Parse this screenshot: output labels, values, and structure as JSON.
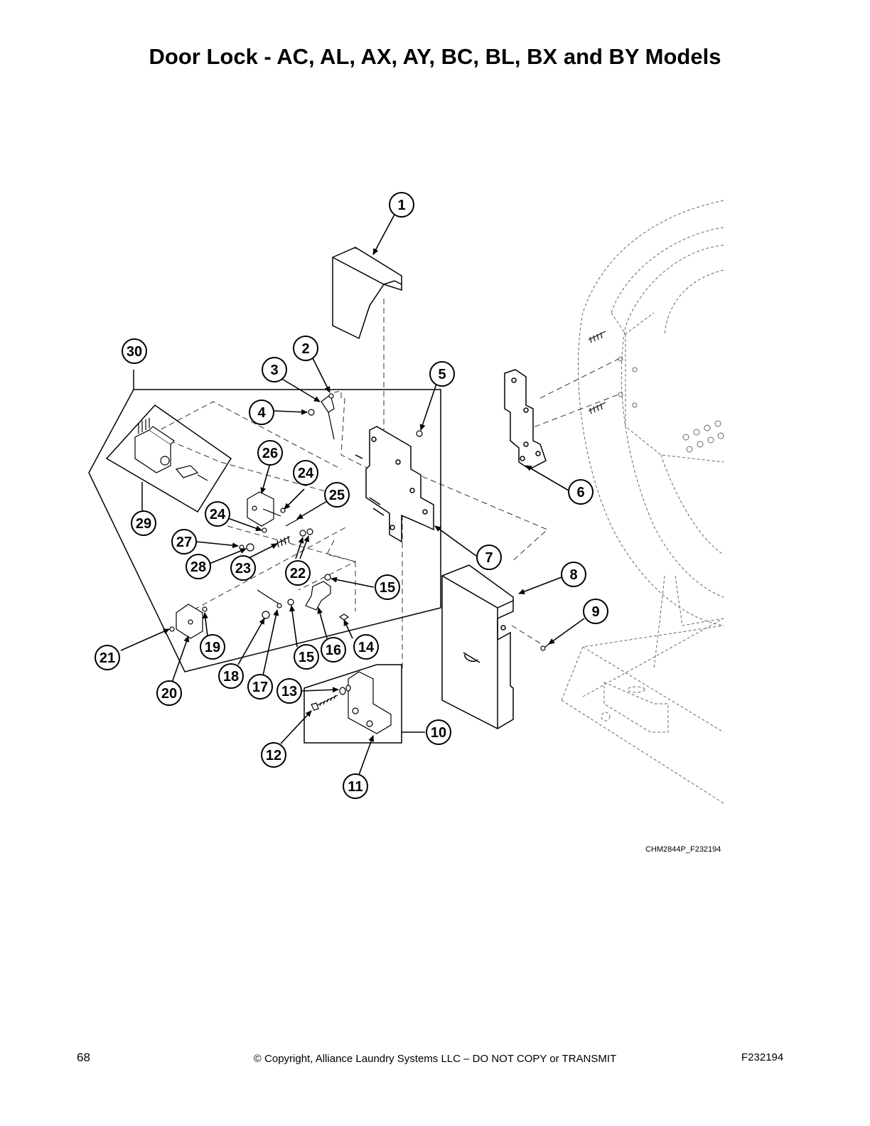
{
  "page": {
    "title": "Door Lock - AC, AL, AX, AY, BC, BL, BX and BY Models",
    "figure_code": "CHM2844P_F232194",
    "page_number": "68",
    "copyright": "© Copyright, Alliance Laundry Systems LLC – DO NOT COPY or TRANSMIT",
    "doc_id": "F232194"
  },
  "callouts": [
    "1",
    "2",
    "3",
    "4",
    "5",
    "6",
    "7",
    "8",
    "9",
    "10",
    "11",
    "12",
    "13",
    "14",
    "15",
    "16",
    "17",
    "18",
    "19",
    "20",
    "21",
    "22",
    "23",
    "24",
    "25",
    "26",
    "27",
    "28",
    "29",
    "30"
  ]
}
